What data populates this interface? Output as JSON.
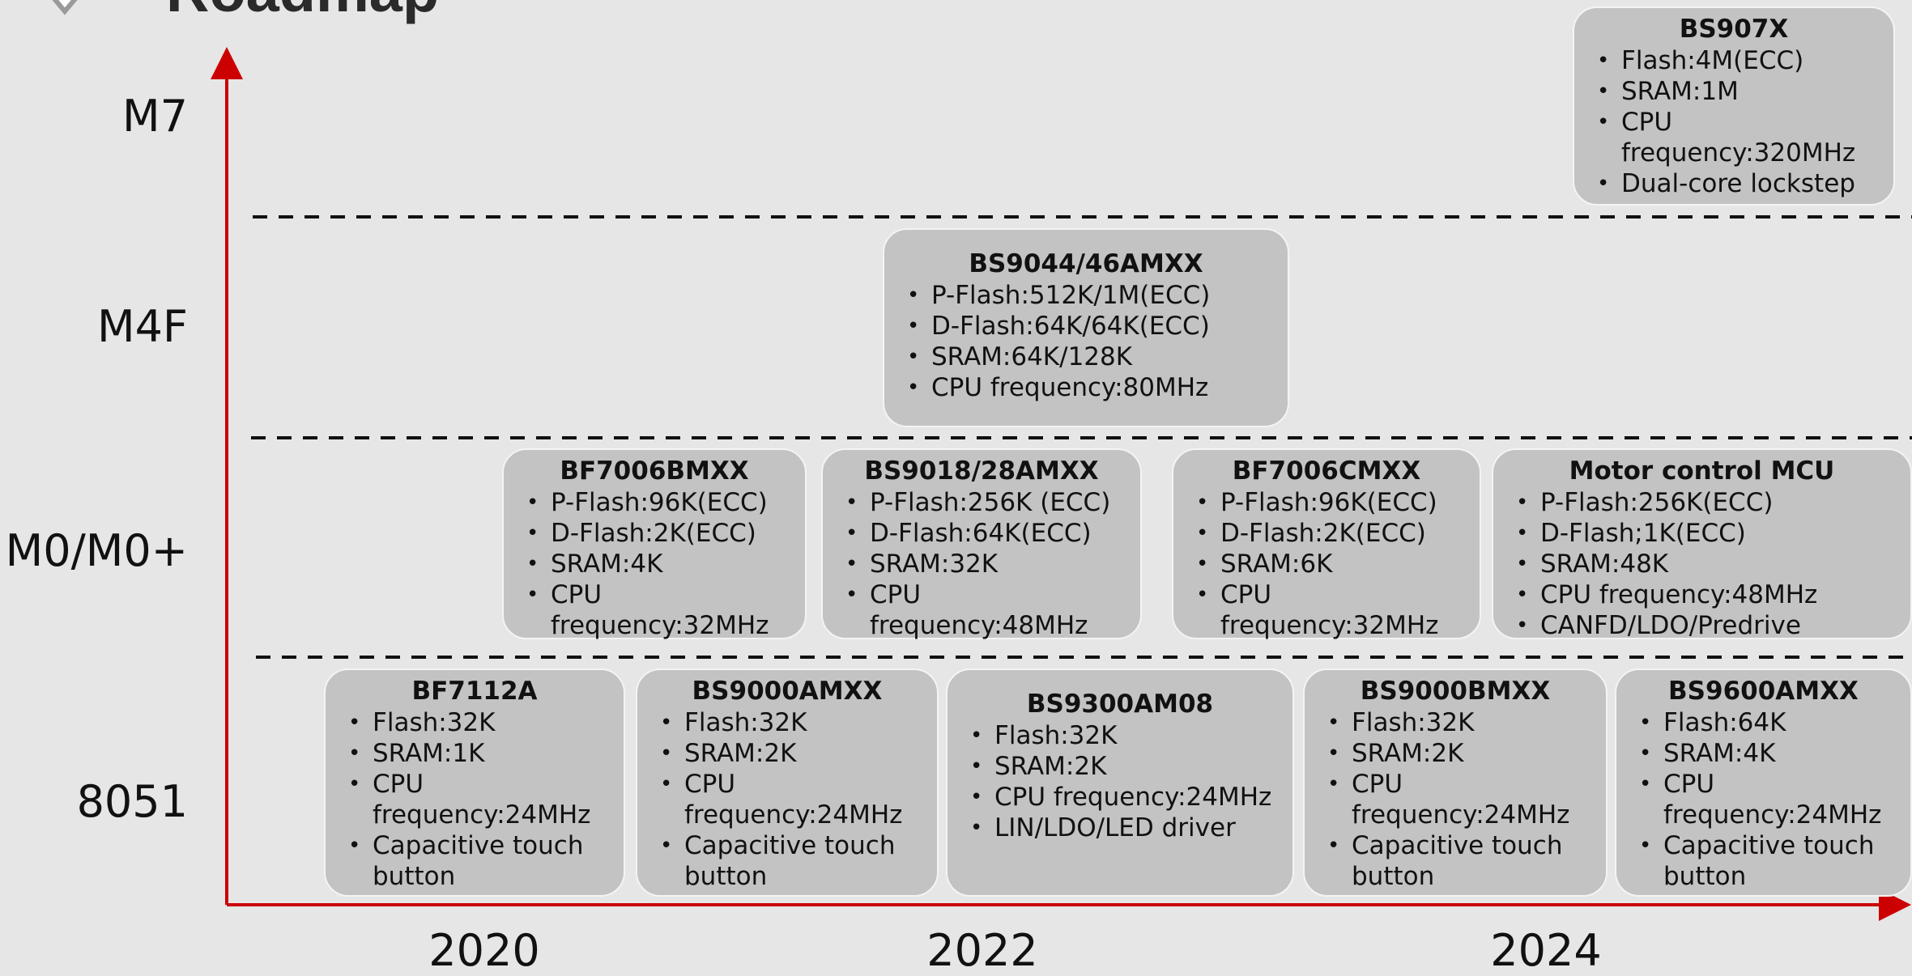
{
  "header": {
    "title": "Roadmap"
  },
  "axes": {
    "y_levels": [
      "M7",
      "M4F",
      "M0/M0+",
      "8051"
    ],
    "x_years": [
      "2020",
      "2022",
      "2024"
    ],
    "axis_color": "#cc0000"
  },
  "cards": [
    {
      "title": "BS907X",
      "specs": [
        "Flash:4M(ECC)",
        "SRAM:1M",
        "CPU frequency:320MHz",
        "Dual-core lockstep"
      ]
    },
    {
      "title": "BS9044/46AMXX",
      "specs": [
        "P-Flash:512K/1M(ECC)",
        "D-Flash:64K/64K(ECC)",
        "SRAM:64K/128K",
        "CPU frequency:80MHz"
      ]
    },
    {
      "title": "BF7006BMXX",
      "specs": [
        "P-Flash:96K(ECC)",
        "D-Flash:2K(ECC)",
        "SRAM:4K",
        "CPU frequency:32MHz"
      ]
    },
    {
      "title": "BS9018/28AMXX",
      "specs": [
        "P-Flash:256K (ECC)",
        "D-Flash:64K(ECC)",
        "SRAM:32K",
        "CPU frequency:48MHz"
      ]
    },
    {
      "title": "BF7006CMXX",
      "specs": [
        "P-Flash:96K(ECC)",
        "D-Flash:2K(ECC)",
        "SRAM:6K",
        "CPU frequency:32MHz"
      ]
    },
    {
      "title": "Motor control MCU",
      "specs": [
        "P-Flash:256K(ECC)",
        "D-Flash;1K(ECC)",
        "SRAM:48K",
        "CPU frequency:48MHz",
        "CANFD/LDO/Predrive"
      ]
    },
    {
      "title": "BF7112A",
      "specs": [
        "Flash:32K",
        "SRAM:1K",
        "CPU frequency:24MHz",
        "Capacitive touch button"
      ]
    },
    {
      "title": "BS9000AMXX",
      "specs": [
        "Flash:32K",
        "SRAM:2K",
        "CPU frequency:24MHz",
        "Capacitive touch button"
      ]
    },
    {
      "title": "BS9300AM08",
      "specs": [
        "Flash:32K",
        "SRAM:2K",
        "CPU frequency:24MHz",
        "LIN/LDO/LED driver"
      ]
    },
    {
      "title": "BS9000BMXX",
      "specs": [
        "Flash:32K",
        "SRAM:2K",
        "CPU frequency:24MHz",
        "Capacitive touch button"
      ]
    },
    {
      "title": "BS9600AMXX",
      "specs": [
        "Flash:64K",
        "SRAM:4K",
        "CPU frequency:24MHz",
        "Capacitive touch button"
      ]
    }
  ]
}
